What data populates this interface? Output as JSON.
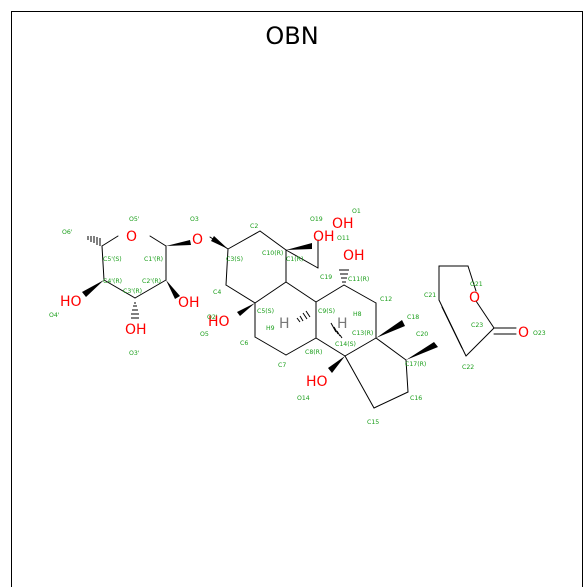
{
  "title": "OBN",
  "colors": {
    "bond": "#000000",
    "oxygen": "#ff0000",
    "atom_label": "#1a9e1a",
    "hydrogen": "#777777",
    "frame": "#000000"
  },
  "heteroatoms": {
    "oh_sugar_c4": "HO",
    "oh_sugar_c3": "OH",
    "oh_sugar_c2": "OH",
    "oh_c5": "HO",
    "oh_c19": "OH",
    "oh_c11": "OH",
    "oh_c14": "HO",
    "o_carbonyl": "O",
    "o_lactone": "O",
    "o_ring_sugar": "O",
    "o_glycosidic": "O",
    "h_c8": "H",
    "h_c9": "H"
  },
  "atom_labels": {
    "o6": "O6'",
    "o5p": "O5'",
    "o3": "O3",
    "c2": "C2",
    "o19": "O19",
    "o1": "O1",
    "o11": "O11",
    "c5p": "C5'(S)",
    "c1p": "C1'(R)",
    "c3s": "C3(S)",
    "c10r": "C10(R)",
    "c1r": "C1(R)",
    "c19": "C19",
    "c11r": "C11(R)",
    "c4p": "C4'(R)",
    "c2p": "C2'(R)",
    "c3p": "C3'(R)",
    "c4": "C4",
    "o2": "O2'",
    "c5s": "C5(S)",
    "c9s": "C9(S)",
    "h8": "H8",
    "h9": "H9",
    "c12": "C12",
    "c21": "C21",
    "o21": "O21",
    "o4p": "O4'",
    "o5": "O5",
    "c6": "C6",
    "c13r": "C13(R)",
    "c18": "C18",
    "c20": "C20",
    "c23": "C23",
    "o23": "O23",
    "o3p": "O3'",
    "c14s": "C14(S)",
    "c8r": "C8(R)",
    "c17r": "C17(R)",
    "c22": "C22",
    "c7": "C7",
    "o14": "O14",
    "c16": "C16",
    "c15": "C15"
  }
}
